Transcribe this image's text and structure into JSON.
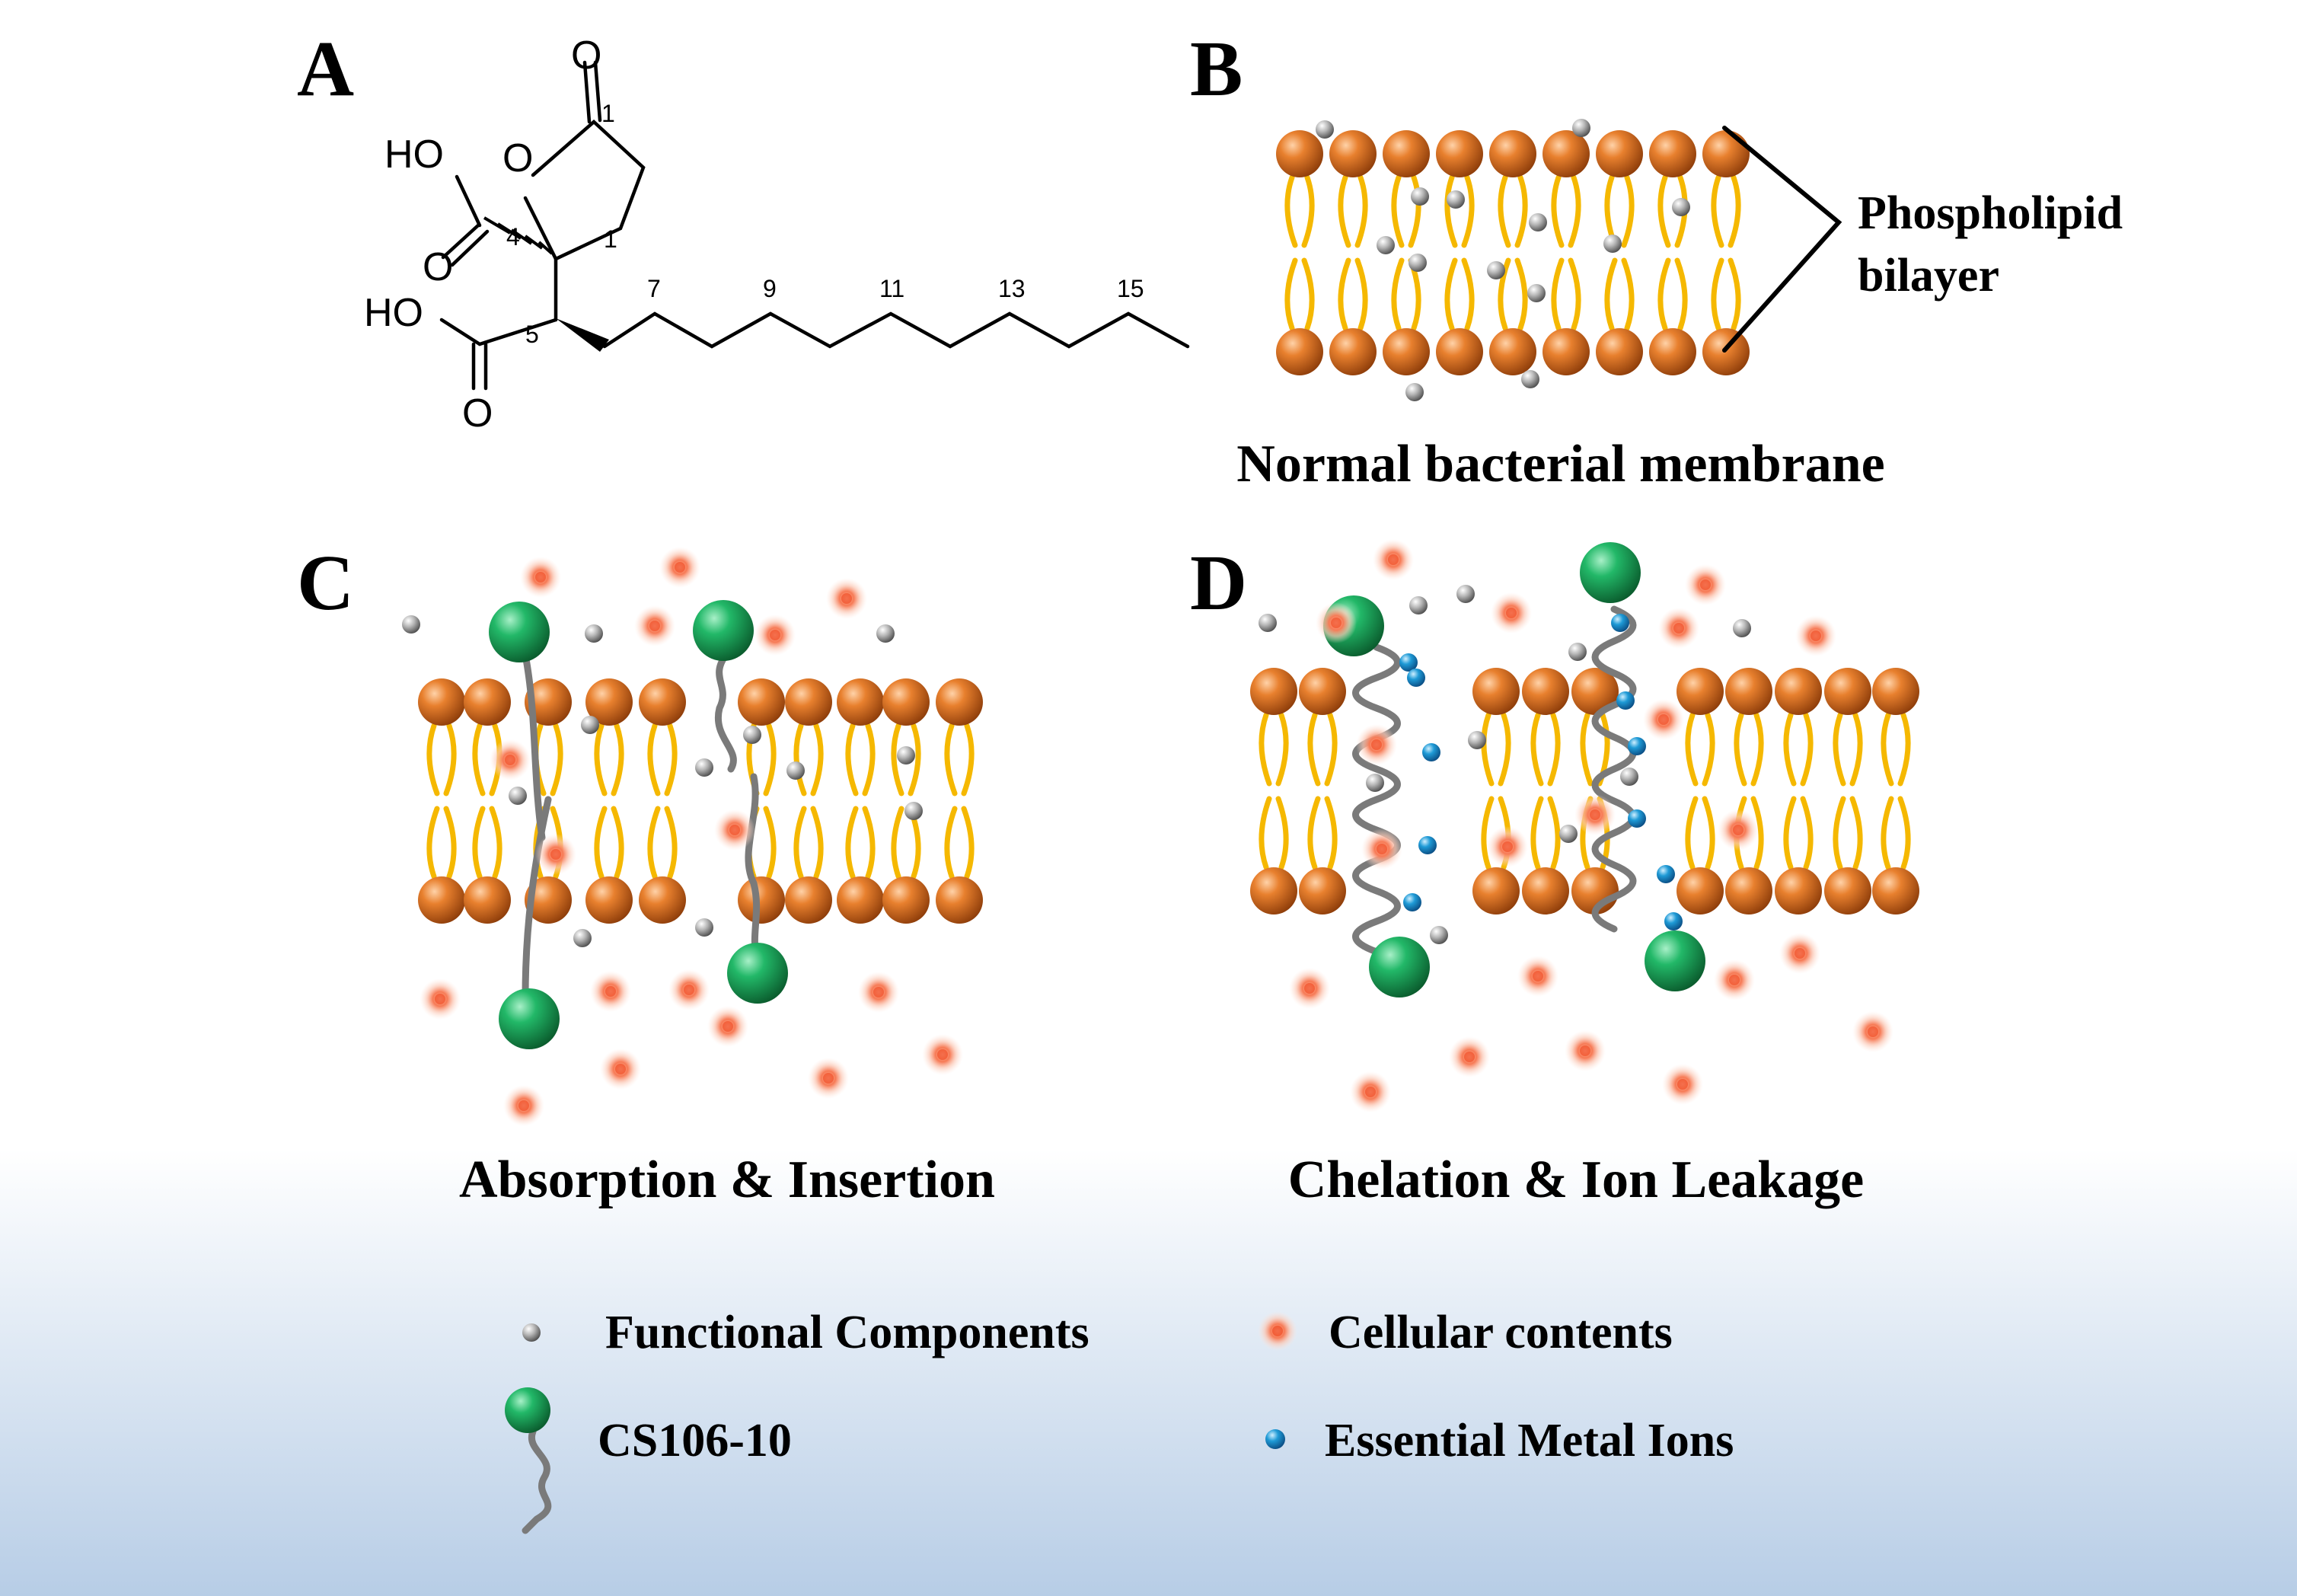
{
  "panels": {
    "a": {
      "letter": "A"
    },
    "b": {
      "letter": "B",
      "caption": "Normal bacterial membrane",
      "bracket_label_line1": "Phospholipid",
      "bracket_label_line2": "bilayer"
    },
    "c": {
      "letter": "C",
      "caption": "Absorption & Insertion"
    },
    "d": {
      "letter": "D",
      "caption": "Chelation & Ion Leakage"
    }
  },
  "structure": {
    "ho_top": "HO",
    "ho_bottom": "HO",
    "o_ring": "O",
    "o_carbonyl_top": "O",
    "o_acid1": "O",
    "o_acid2": "O",
    "locants": [
      "1",
      "4",
      "1",
      "5",
      "7",
      "9",
      "11",
      "13",
      "15"
    ]
  },
  "legend": {
    "functional_components": "Functional Components",
    "cellular_contents": "Cellular contents",
    "compound": "CS106-10",
    "metal_ions": "Essential Metal Ions"
  },
  "colors": {
    "headgroup": "#d9671c",
    "lipid_tail": "#f5b800",
    "compound_sphere": "#1a9a55",
    "compound_chain": "#7a7a7a",
    "functional_component": "#9e9e9e",
    "cellular_content": "#f47a55",
    "metal_ion": "#1e9ad6",
    "background_gradient_bottom": "#b7cde6"
  }
}
